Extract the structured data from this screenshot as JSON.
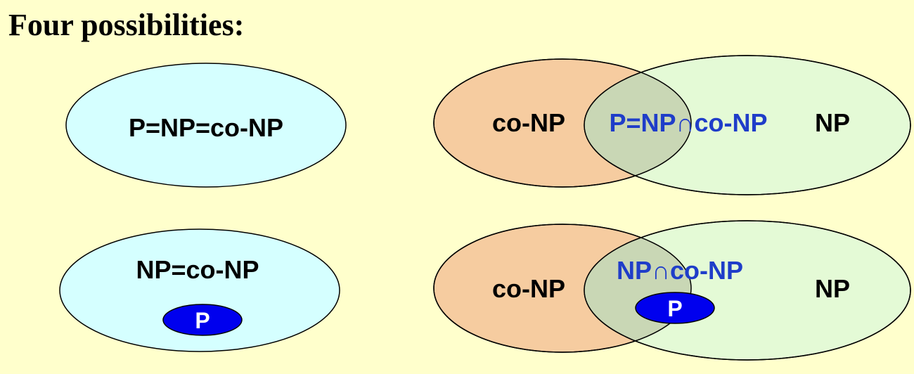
{
  "title": "Four possibilities:",
  "colors": {
    "background": "#FFFFCC",
    "single_class_fill": "#D5FFFF",
    "co_np_fill": "#F6CCA0",
    "np_fill": "#E4FAD6",
    "intersection_fill": "#C9D7B5",
    "p_fill": "#0000EE",
    "blue_text": "#1F3DC9",
    "outline": "#000000"
  },
  "diagrams": [
    {
      "label": "P=NP=co-NP"
    },
    {
      "co_np_label": "co-NP",
      "intersection_label": "P=NP∩co-NP",
      "np_label": "NP"
    },
    {
      "label": "NP=co-NP",
      "p_label": "P"
    },
    {
      "co_np_label": "co-NP",
      "intersection_label": "NP∩co-NP",
      "np_label": "NP",
      "p_label": "P"
    }
  ]
}
